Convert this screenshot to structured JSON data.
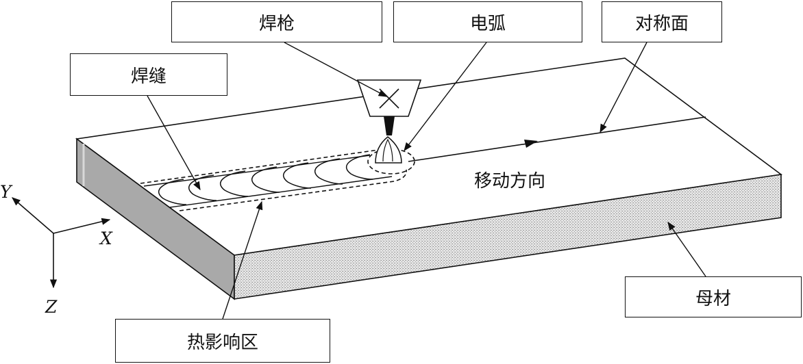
{
  "labels": {
    "torch": "焊枪",
    "arc": "电弧",
    "symmetry_plane": "对称面",
    "weld_seam": "焊缝",
    "moving_direction": "移动方向",
    "base_metal": "母材",
    "heat_affected_zone": "热影响区"
  },
  "axes": {
    "x": "X",
    "y": "Y",
    "z": "Z"
  },
  "colors": {
    "line": "#111111",
    "side_face_dark": "#a8a8a8",
    "side_face_speckle": "#cfcfcf",
    "background": "#ffffff"
  }
}
